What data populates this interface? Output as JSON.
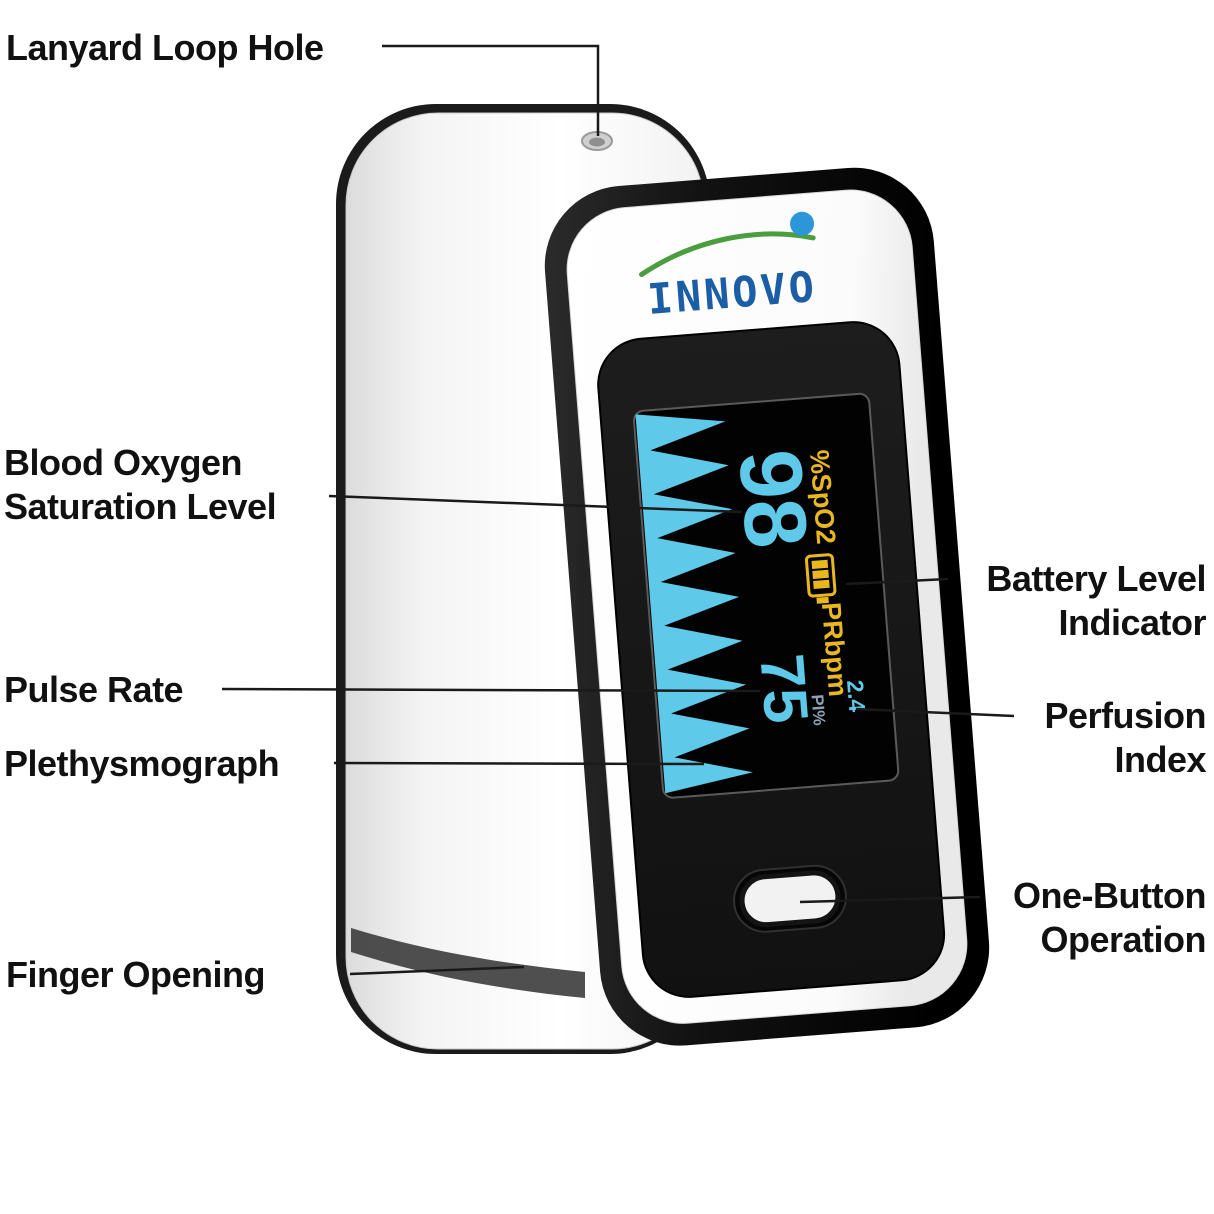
{
  "callouts": {
    "lanyard": {
      "text": "Lanyard Loop Hole"
    },
    "blood_oxygen": {
      "line1": "Blood Oxygen",
      "line2": "Saturation Level"
    },
    "pulse_rate": {
      "text": "Pulse Rate"
    },
    "plethysmograph": {
      "text": "Plethysmograph"
    },
    "finger_opening": {
      "text": "Finger Opening"
    },
    "battery": {
      "line1": "Battery Level",
      "line2": "Indicator"
    },
    "perfusion": {
      "line1": "Perfusion",
      "line2": "Index"
    },
    "one_button": {
      "line1": "One-Button",
      "line2": "Operation"
    }
  },
  "device": {
    "brand": "INNOVO",
    "display": {
      "spo2_value": "98",
      "spo2_label": "%SpO2",
      "pulse_value": "75",
      "pulse_label": "PRbpm",
      "pi_label": "PI%",
      "pi_value": "2.4"
    }
  },
  "colors": {
    "display_cyan": "#5fc9e9",
    "display_yellow": "#e9b820",
    "logo_blue": "#1b5ea6",
    "logo_green": "#4a9e3f",
    "logo_dot_blue": "#2b96d8",
    "label_text": "#111111",
    "callout_line": "#1a1a1a"
  }
}
